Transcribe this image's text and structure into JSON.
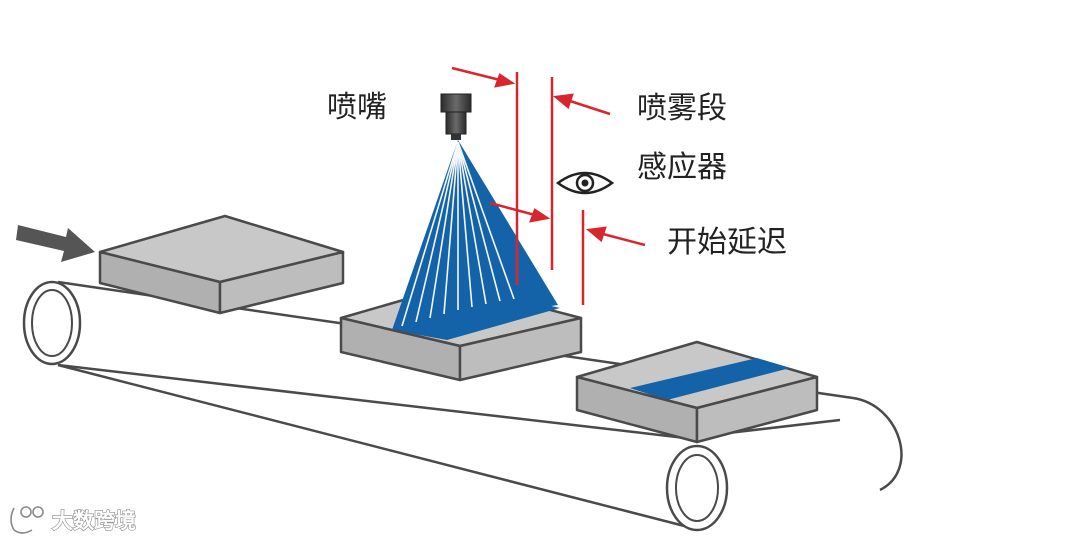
{
  "labels": {
    "nozzle": "喷嘴",
    "spray_segment": "喷雾段",
    "sensor": "感应器",
    "start_delay": "开始延迟"
  },
  "watermark": {
    "text": "大数跨境"
  },
  "icons": {
    "sensor": "eye-icon",
    "feed_direction": "arrow-right-icon",
    "watermark_logo": "logo-icon"
  },
  "colors": {
    "spray_blue": "#1463a8",
    "marker_red": "#d8262e",
    "box_top": "#c8c8c8",
    "box_side": "#b0b0b0",
    "outline": "#4a4a4a",
    "arrow_gray": "#555555"
  }
}
